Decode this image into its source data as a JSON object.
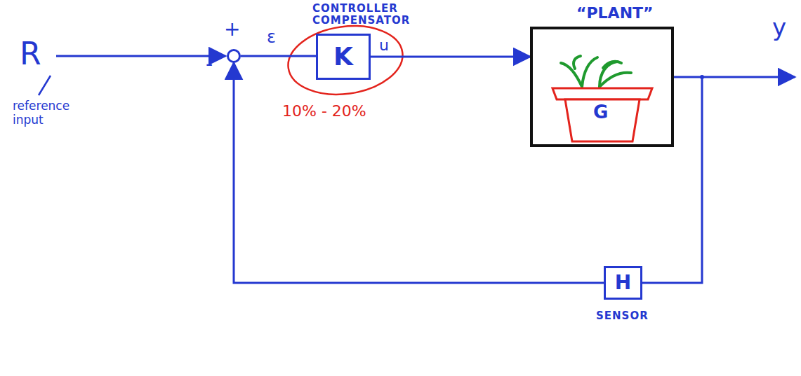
{
  "diagram": {
    "nodes": [
      {
        "text": [
          "+",
          "-"
        ]
      },
      {
        "text": [
          "CONTROLLER COMPENSATOR",
          "K"
        ]
      },
      {
        "text": [
          "“PLANT”",
          "G"
        ]
      },
      {
        "text": [
          "H",
          "SENSOR"
        ]
      }
    ],
    "edges": [
      {
        "from": 0,
        "to": 1,
        "label": "ε",
        "arrow": "none"
      },
      {
        "from": 1,
        "to": 2,
        "label": "u",
        "arrow": "to"
      },
      {
        "from": 2,
        "to": 3,
        "arrow": "none"
      },
      {
        "from": 3,
        "to": 0,
        "arrow": "to"
      }
    ],
    "labels": [
      "R",
      "reference input",
      "10% - 20%",
      "y"
    ]
  }
}
